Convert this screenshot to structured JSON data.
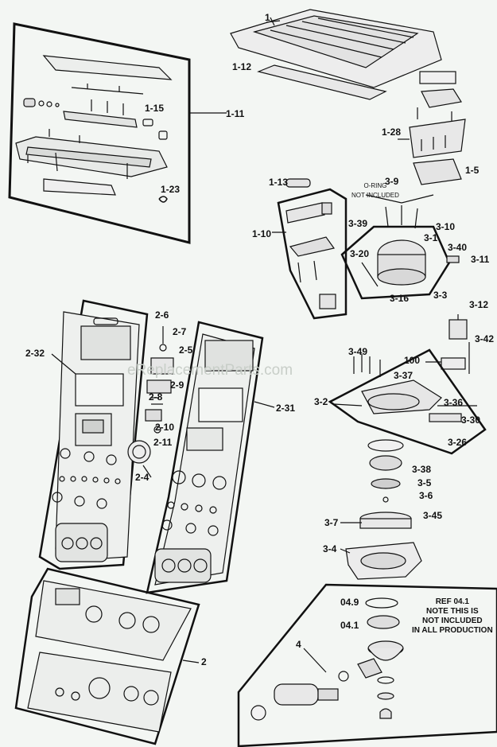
{
  "watermark": "eReplacementParts.com",
  "labels": {
    "l1": "1",
    "l1_12": "1-12",
    "l1_15": "1-15",
    "l1_11": "1-11",
    "l1_23": "1-23",
    "l1_28": "1-28",
    "l1_5": "1-5",
    "l1_13": "1-13",
    "l1_10": "1-10",
    "l3_9": "3-9",
    "l3_39": "3-39",
    "l3_10": "3-10",
    "l3_1": "3-1",
    "l3_40": "3-40",
    "l3_11": "3-11",
    "l3_20": "3-20",
    "l3_16": "3-16",
    "l3_3": "3-3",
    "l3_12": "3-12",
    "l3_42": "3-42",
    "l100": "100",
    "l3_49": "3-49",
    "l3_37": "3-37",
    "l3_2": "3-2",
    "l3_36": "3-36",
    "l3_30": "3-30",
    "l3_26": "3-26",
    "l3_38": "3-38",
    "l3_5": "3-5",
    "l3_6": "3-6",
    "l3_45": "3-45",
    "l3_7": "3-7",
    "l3_4": "3-4",
    "l2_32": "2-32",
    "l2_6": "2-6",
    "l2_7": "2-7",
    "l2_5": "2-5",
    "l2_9": "2-9",
    "l2_8": "2-8",
    "l2_10": "2-10",
    "l2_11": "2-11",
    "l2_4": "2-4",
    "l2_31": "2-31",
    "l2": "2",
    "l4": "4",
    "l04_9": "04.9",
    "l04_1": "04.1"
  },
  "notes": {
    "oring_line1": "O-RING",
    "oring_line2": "NOT INCLUDED",
    "ref_title": "REF 04.1",
    "ref_line1": "NOTE THIS IS",
    "ref_line2": "NOT INCLUDED",
    "ref_line3": "IN ALL PRODUCTION"
  }
}
